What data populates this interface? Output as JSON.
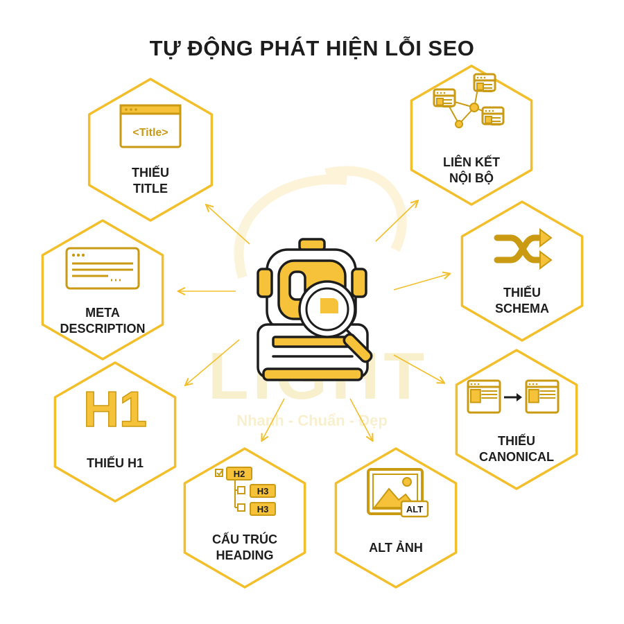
{
  "title": "TỰ ĐỘNG PHÁT HIỆN LỖI SEO",
  "watermark": {
    "brand": "LIGHT",
    "slogan": "Nhanh - Chuẩn - Đẹp"
  },
  "colors": {
    "accent": "#f5c23a",
    "dark": "#c99a12",
    "stroke": "#1d1d1d",
    "border": "#f2bf2a"
  },
  "hexagons": [
    {
      "id": "title",
      "lines": [
        "THIẾU",
        "TITLE"
      ],
      "icon": "browser-title-icon",
      "icon_text": "<Title>"
    },
    {
      "id": "meta",
      "lines": [
        "META",
        "DESCRIPTION"
      ],
      "icon": "text-window-icon"
    },
    {
      "id": "h1",
      "lines": [
        "THIẾU H1"
      ],
      "icon": "h1-icon",
      "icon_text": "H1"
    },
    {
      "id": "heading",
      "lines": [
        "CẤU TRÚC",
        "HEADING"
      ],
      "icon": "heading-tree-icon",
      "tags": [
        "H2",
        "H3",
        "H3"
      ]
    },
    {
      "id": "alt",
      "lines": [
        "ALT ẢNH"
      ],
      "icon": "image-alt-icon",
      "icon_text": "ALT"
    },
    {
      "id": "canonical",
      "lines": [
        "THIẾU",
        "CANONICAL"
      ],
      "icon": "canonical-pages-icon"
    },
    {
      "id": "schema",
      "lines": [
        "THIẾU",
        "SCHEMA"
      ],
      "icon": "shuffle-icon"
    },
    {
      "id": "links",
      "lines": [
        "LIÊN KẾT",
        "NỘI BỘ"
      ],
      "icon": "network-pages-icon"
    }
  ]
}
